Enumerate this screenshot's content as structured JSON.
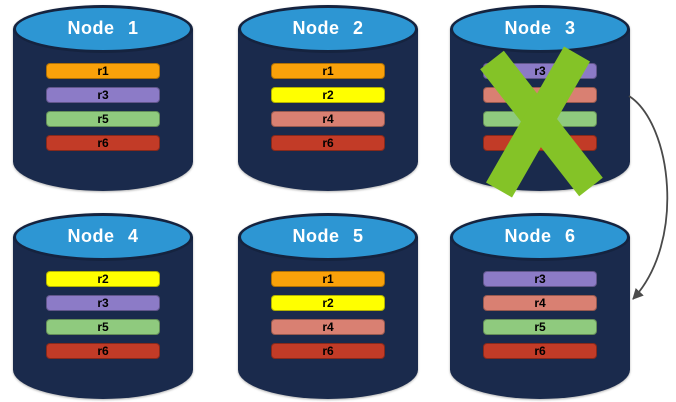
{
  "diagram": {
    "nodes": [
      {
        "title": "Node 1",
        "failed": false,
        "replicas": [
          {
            "label": "r1",
            "color": "#F9A10A"
          },
          {
            "label": "r3",
            "color": "#8C7BC7"
          },
          {
            "label": "r5",
            "color": "#8FCA7E"
          },
          {
            "label": "r6",
            "color": "#C23B27"
          }
        ]
      },
      {
        "title": "Node 2",
        "failed": false,
        "replicas": [
          {
            "label": "r1",
            "color": "#F9A10A"
          },
          {
            "label": "r2",
            "color": "#FFFF00"
          },
          {
            "label": "r4",
            "color": "#D98072"
          },
          {
            "label": "r6",
            "color": "#C23B27"
          }
        ]
      },
      {
        "title": "Node 3",
        "failed": true,
        "replicas": [
          {
            "label": "r3",
            "color": "#8C7BC7"
          },
          {
            "label": "",
            "color": "#D98072"
          },
          {
            "label": "",
            "color": "#8FCA7E"
          },
          {
            "label": "",
            "color": "#C23B27"
          }
        ]
      },
      {
        "title": "Node 4",
        "failed": false,
        "replicas": [
          {
            "label": "r2",
            "color": "#FFFF00"
          },
          {
            "label": "r3",
            "color": "#8C7BC7"
          },
          {
            "label": "r5",
            "color": "#8FCA7E"
          },
          {
            "label": "r6",
            "color": "#C23B27"
          }
        ]
      },
      {
        "title": "Node 5",
        "failed": false,
        "replicas": [
          {
            "label": "r1",
            "color": "#F9A10A"
          },
          {
            "label": "r2",
            "color": "#FFFF00"
          },
          {
            "label": "r4",
            "color": "#D98072"
          },
          {
            "label": "r6",
            "color": "#C23B27"
          }
        ]
      },
      {
        "title": "Node 6",
        "failed": false,
        "replicas": [
          {
            "label": "r3",
            "color": "#8C7BC7"
          },
          {
            "label": "r4",
            "color": "#D98072"
          },
          {
            "label": "r5",
            "color": "#8FCA7E"
          },
          {
            "label": "r6",
            "color": "#C23B27"
          }
        ]
      }
    ],
    "colors": {
      "cylinder_body": "#1A2A4C",
      "cylinder_top": "#2D96D3",
      "cylinder_outline": "#15233F",
      "failure_x": "#84C327",
      "arrow": "#4A4A4A",
      "title_text": "#FFFFFF",
      "replica_text": "#000000"
    }
  }
}
